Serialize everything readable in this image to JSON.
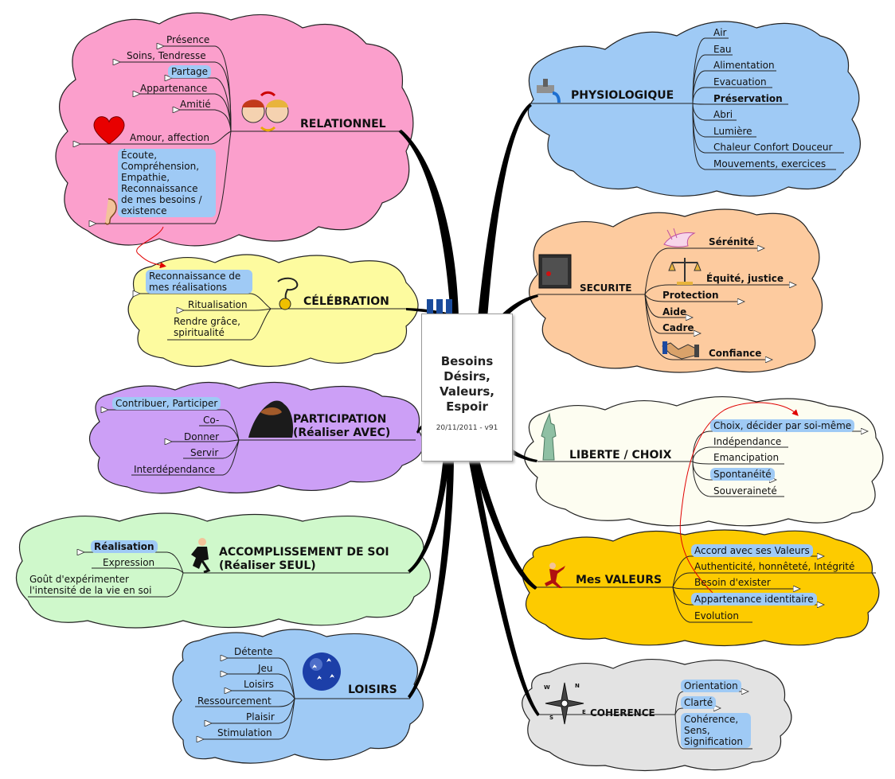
{
  "center": {
    "lines": [
      "Besoins",
      "Désirs,",
      "Valeurs,",
      "Espoir"
    ],
    "date": "20/11/2011 - v91"
  },
  "colors": {
    "relationnel": "#fb9fcc",
    "celebration": "#fdfb9f",
    "participation": "#cc9ff6",
    "accomplissement": "#cff8cb",
    "loisirs": "#9fcaf5",
    "physiologique": "#9fcaf5",
    "securite": "#fdcb9f",
    "liberte": "#fdfdf1",
    "valeurs": "#fdcb00",
    "coherence": "#e3e3e3",
    "highlight": "#9fcaf5"
  },
  "branches": {
    "relationnel": {
      "title": "RELATIONNEL",
      "items": [
        "Présence",
        "Soins, Tendresse",
        "Partage",
        "Appartenance",
        "Amitié",
        "Amour, affection",
        "Écoute, Compréhension, Empathie, Reconnaissance de mes besoins / existence"
      ]
    },
    "celebration": {
      "title": "CÉLÉBRATION",
      "items": [
        "Reconnaissance de mes réalisations",
        "Ritualisation",
        "Rendre grâce, spiritualité"
      ]
    },
    "participation": {
      "title_line1": "PARTICIPATION",
      "title_line2": "(Réaliser AVEC)",
      "items": [
        "Contribuer, Participer",
        "Co-",
        "Donner",
        "Servir",
        "Interdépendance"
      ]
    },
    "accomplissement": {
      "title_line1": "ACCOMPLISSEMENT DE SOI",
      "title_line2": "(Réaliser SEUL)",
      "items": [
        "Réalisation",
        "Expression",
        "Goût d'expérimenter l'intensité de la vie en soi"
      ]
    },
    "loisirs": {
      "title": "LOISIRS",
      "items": [
        "Détente",
        "Jeu",
        "Loisirs",
        "Ressourcement",
        "Plaisir",
        "Stimulation"
      ]
    },
    "physiologique": {
      "title": "PHYSIOLOGIQUE",
      "items": [
        "Air",
        "Eau",
        "Alimentation",
        "Evacuation",
        "Préservation",
        "Abri",
        "Lumière",
        "Chaleur Confort Douceur",
        "Mouvements, exercices"
      ]
    },
    "securite": {
      "title": "SECURITE",
      "items": [
        "Sérénité",
        "Équité, justice",
        "Protection",
        "Aide",
        "Cadre",
        "Confiance"
      ]
    },
    "liberte": {
      "title": "LIBERTE / CHOIX",
      "items": [
        "Choix, décider par soi-même",
        "Indépendance",
        "Emancipation",
        "Spontanéité",
        "Souveraineté"
      ]
    },
    "valeurs": {
      "title": "Mes VALEURS",
      "items": [
        "Accord avec ses Valeurs",
        "Authenticité, honnêteté, Intégrité",
        "Besoin d'exister",
        "Appartenance identitaire",
        "Evolution"
      ]
    },
    "coherence": {
      "title": "COHERENCE",
      "items": [
        "Orientation",
        "Clarté",
        "Cohérence, Sens, Signification"
      ],
      "compass_letters": [
        "N",
        "E",
        "S",
        "W"
      ]
    }
  }
}
